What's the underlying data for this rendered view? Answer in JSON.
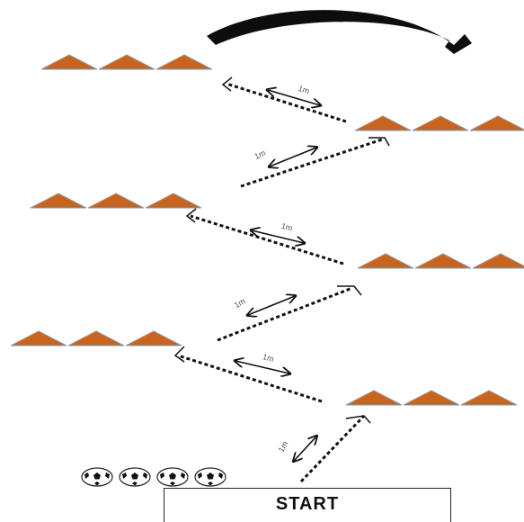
{
  "start_label": "START",
  "distance_label": "1m",
  "colors": {
    "cone_fill": "#c8641e",
    "cone_stroke": "#8a9aa8",
    "path_dash": "#111111",
    "arrow": "#111111",
    "curved_arrow": "#0d0d0d",
    "label": "#555555"
  },
  "cone_rows": [
    {
      "side": "left",
      "count": 3
    },
    {
      "side": "right",
      "count": 3
    },
    {
      "side": "left",
      "count": 3
    },
    {
      "side": "right",
      "count": 3
    },
    {
      "side": "left",
      "count": 3
    },
    {
      "side": "right",
      "count": 3
    }
  ],
  "balls": {
    "count": 4,
    "icon": "soccer-ball-icon"
  },
  "arrow_icon": "curved-return-arrow-icon"
}
